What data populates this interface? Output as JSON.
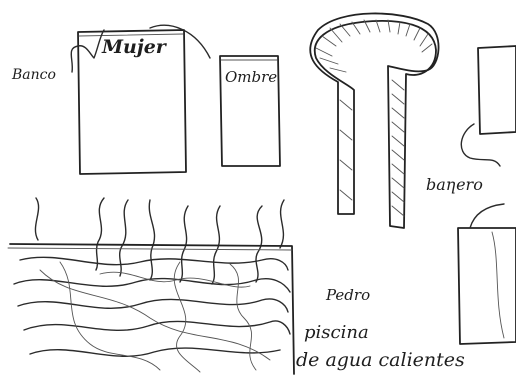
{
  "labels": {
    "bench": "Banco",
    "woman": "Mujer",
    "man": "Ombre",
    "bathroom": "baƞero",
    "name": "Pedro",
    "pool_line1": "piscina",
    "pool_line2": "de agua calientes"
  },
  "colors": {
    "pencil": "#2b2b2b",
    "paper": "#ffffff"
  }
}
